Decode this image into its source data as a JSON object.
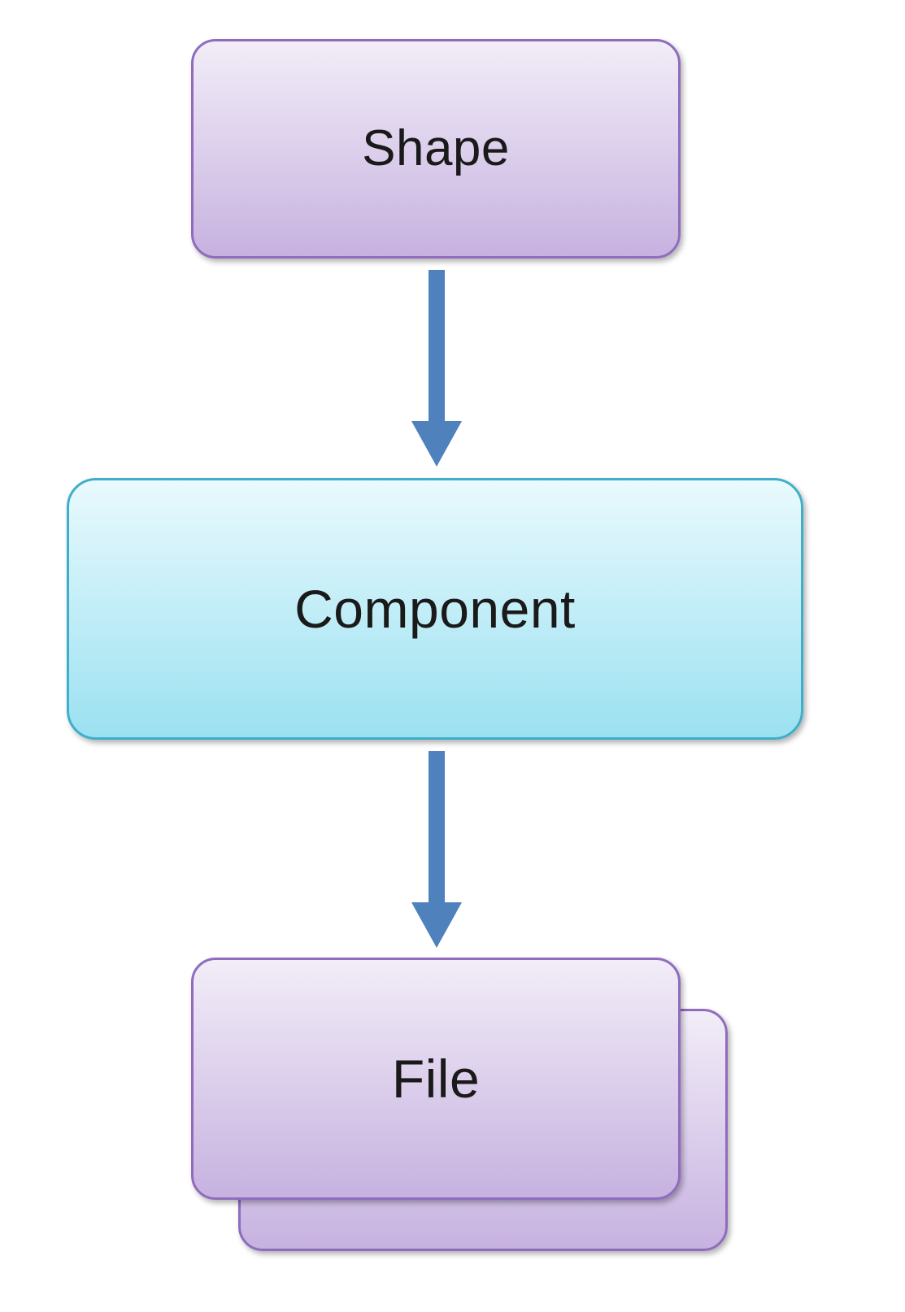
{
  "diagram": {
    "type": "flowchart-vertical",
    "nodes": [
      {
        "id": "shape",
        "label": "Shape",
        "style": "purple"
      },
      {
        "id": "component",
        "label": "Component",
        "style": "cyan"
      },
      {
        "id": "file",
        "label": "File",
        "style": "purple",
        "stacked": true
      }
    ],
    "edges": [
      {
        "from": "shape",
        "to": "component",
        "direction": "down"
      },
      {
        "from": "component",
        "to": "file",
        "direction": "down"
      }
    ]
  },
  "colors": {
    "background": "#ffffff",
    "text": "#1a1a1a",
    "purple_fill_top": "#f2edf8",
    "purple_fill_bottom": "#c7b2e0",
    "purple_border": "#8f6cbe",
    "cyan_fill_top": "#e9fafd",
    "cyan_fill_bottom": "#9be1f1",
    "cyan_border": "#3fafc9",
    "arrow": "#4f81bd"
  }
}
